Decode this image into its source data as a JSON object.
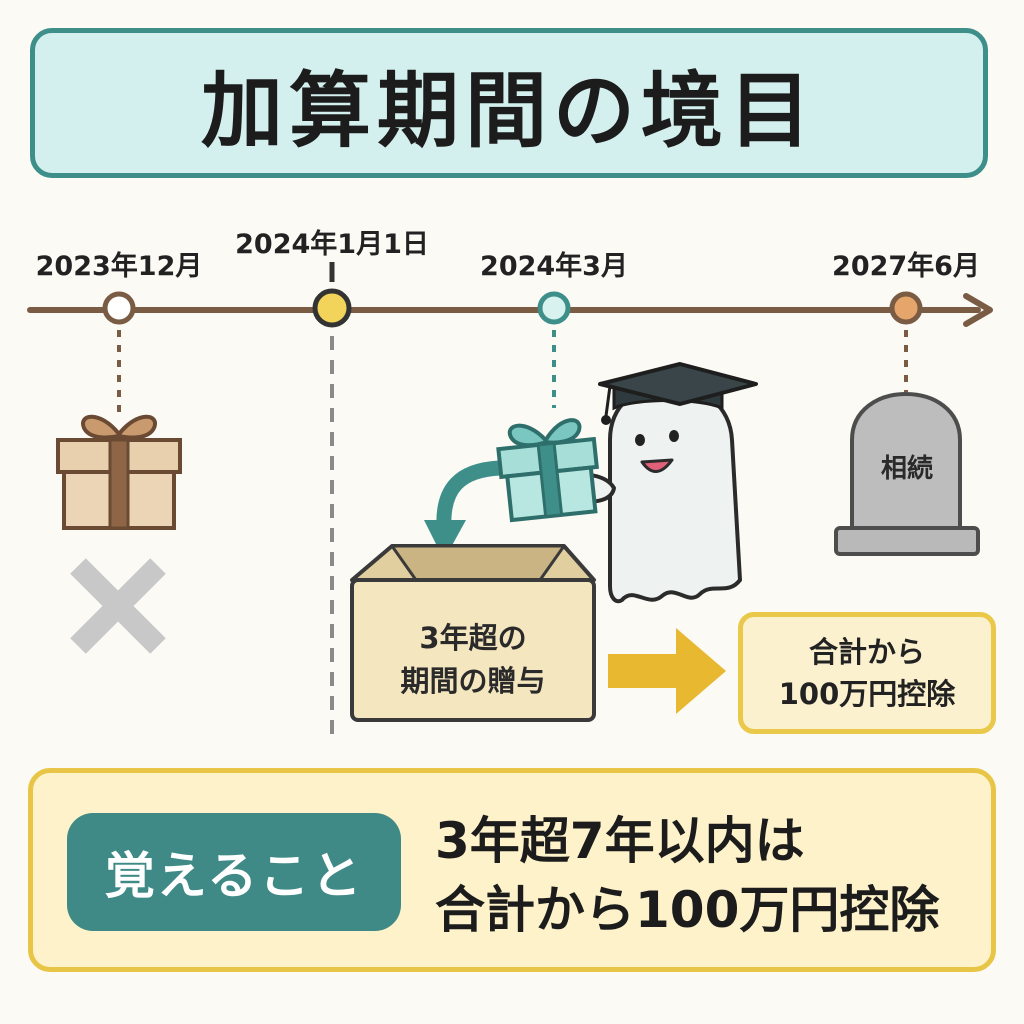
{
  "title": "加算期間の境目",
  "timeline": {
    "dates": [
      {
        "id": "dec-2023",
        "label": "2023年12月"
      },
      {
        "id": "jan-2024",
        "label": "2024年1月1日"
      },
      {
        "id": "mar-2024",
        "label": "2024年3月"
      },
      {
        "id": "jun-2027",
        "label": "2027年6月"
      }
    ]
  },
  "box_label": "3年超の\n期間の贈与",
  "result_label": "合計から\n100万円控除",
  "tomb_label": "相続",
  "summary": {
    "badge": "覚えること",
    "text": "3年超7年以内は\n合計から100万円控除"
  },
  "colors": {
    "accent_teal": "#3e8f8a",
    "title_bg": "#d4f0ee",
    "highlight_yellow": "#e8c547",
    "panel_bg": "#fdf2c9",
    "timeline_brown": "#7a5b44",
    "cross_gray": "#c8c8c8"
  },
  "icons": [
    "gift-icon",
    "cross-icon",
    "teal-gift-icon",
    "ghost-graduate-icon",
    "curved-arrow-icon",
    "box-icon",
    "yellow-arrow-icon",
    "tombstone-icon"
  ]
}
